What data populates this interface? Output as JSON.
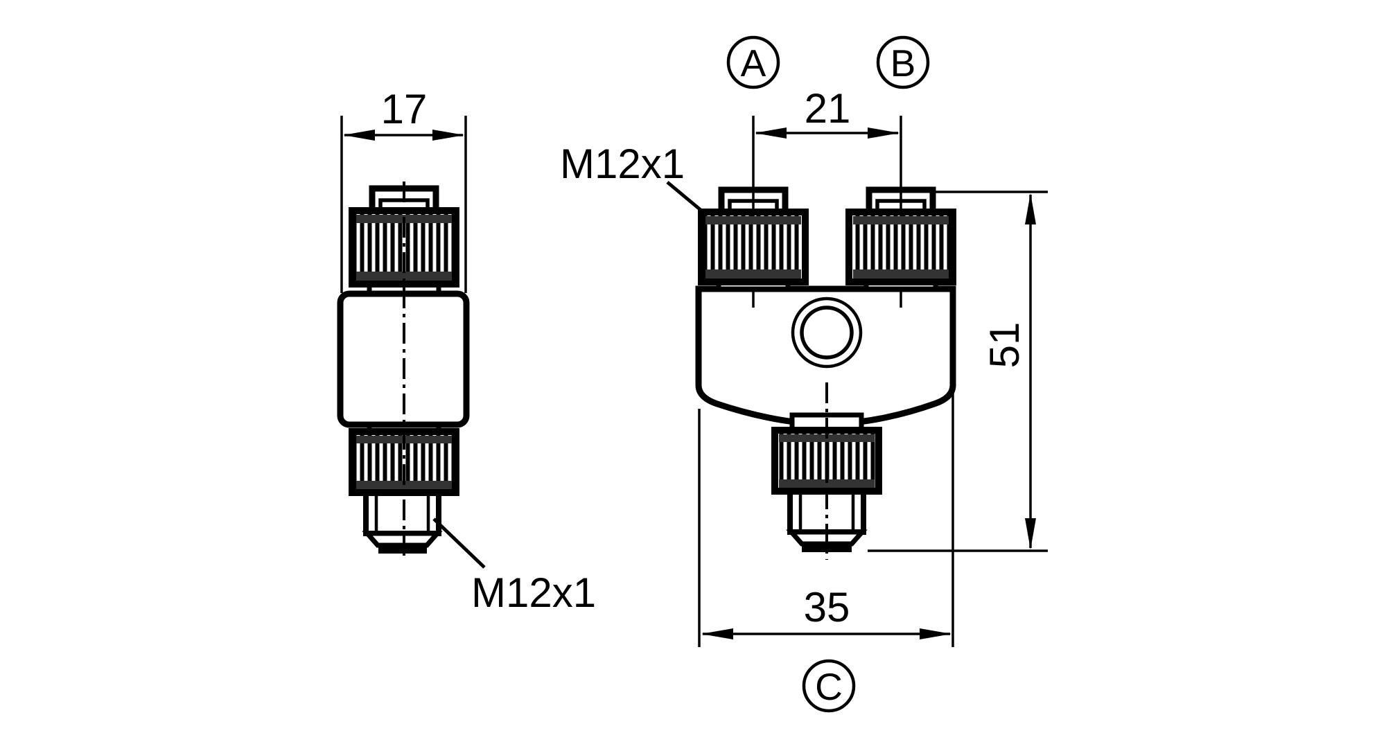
{
  "colors": {
    "line": "#000000",
    "background": "#ffffff",
    "shade": "#333333"
  },
  "side_view": {
    "width_dim": "17",
    "thread_label": "M12x1"
  },
  "front_view": {
    "spacing_dim": "21",
    "height_dim": "51",
    "width_dim": "35",
    "thread_label": "M12x1",
    "port_labels": {
      "a": "A",
      "b": "B",
      "c": "C"
    }
  }
}
